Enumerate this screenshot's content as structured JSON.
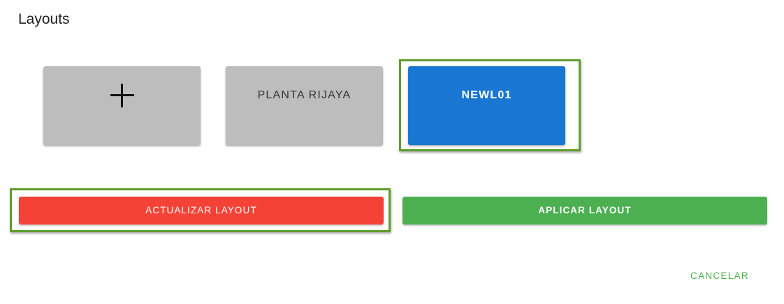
{
  "dialog": {
    "title": "Layouts"
  },
  "layouts": {
    "add_icon": "plus-icon",
    "cards": [
      {
        "label": "PLANTA RIJAYA",
        "selected": false
      },
      {
        "label": "NEWL01",
        "selected": true
      }
    ]
  },
  "actions": {
    "update_label": "ACTUALIZAR LAYOUT",
    "apply_label": "APLICAR LAYOUT",
    "cancel_label": "CANCELAR"
  },
  "colors": {
    "selected_card": "#1976d2",
    "unselected_card": "#bdbdbd",
    "update_button": "#f44336",
    "apply_button": "#4caf50",
    "highlight_outline": "#5e9e2d"
  }
}
